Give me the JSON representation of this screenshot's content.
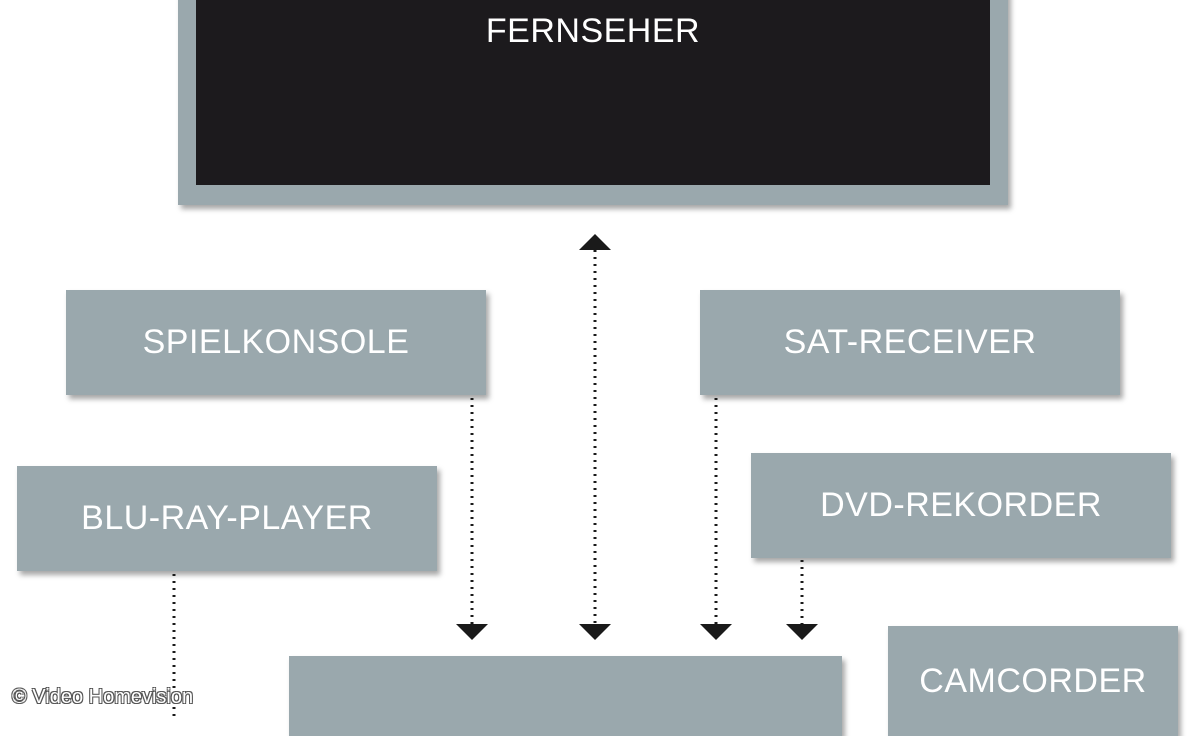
{
  "tv": {
    "label": "FERNSEHER"
  },
  "devices": {
    "spielkonsole": "SPIELKONSOLE",
    "sat_receiver": "SAT-RECEIVER",
    "bluray_player": "BLU-RAY-PLAYER",
    "dvd_rekorder": "DVD-REKORDER",
    "camcorder": "CAMCORDER"
  },
  "hub": {
    "label": ""
  },
  "copyright": "© Video Homevision",
  "colors": {
    "box_fill": "#9aa8ad",
    "screen_fill": "#1c1a1d",
    "text": "#ffffff",
    "connector": "#1a1a1a"
  }
}
